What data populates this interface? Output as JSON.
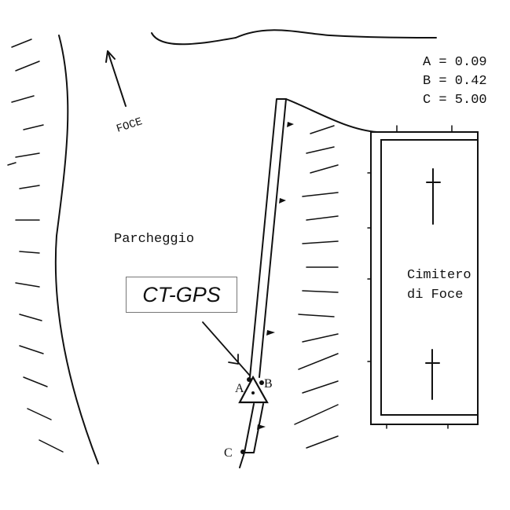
{
  "legend": {
    "a": "A = 0.09",
    "b": "B = 0.42",
    "c": "C = 5.00"
  },
  "labels": {
    "foce": "FOCE",
    "parking": "Parcheggio",
    "cemetery_line1": "Cimitero",
    "cemetery_line2": "di Foce",
    "station": "CT-GPS"
  },
  "points": {
    "a": "A",
    "b": "B",
    "c": "C"
  }
}
